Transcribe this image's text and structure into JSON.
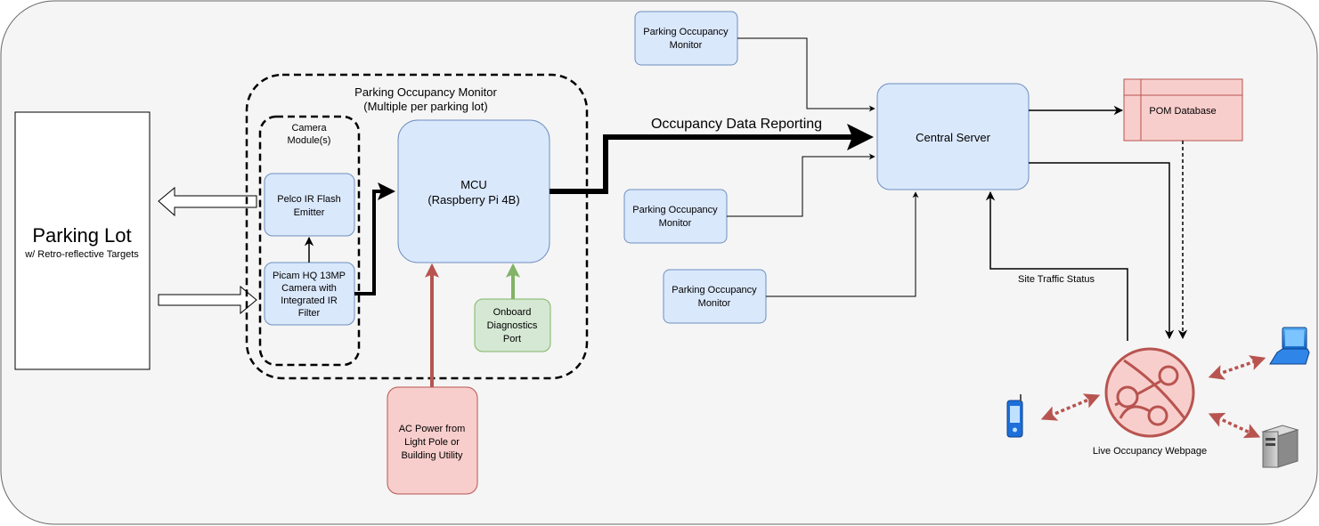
{
  "parking_lot": {
    "title": "Parking Lot",
    "subtitle": "w/ Retro-reflective Targets"
  },
  "pom_group": {
    "line1": "Parking Occupancy Monitor",
    "line2": "(Multiple per parking lot)"
  },
  "camera_module": {
    "line1": "Camera",
    "line2": "Module(s)"
  },
  "ir_emitter": {
    "line1": "Pelco IR Flash",
    "line2": "Emitter"
  },
  "camera": {
    "line1": "Picam HQ 13MP",
    "line2": "Camera with",
    "line3": "Integrated IR",
    "line4": "Filter"
  },
  "mcu": {
    "line1": "MCU",
    "line2": "(Raspberry Pi 4B)"
  },
  "diagnostics": {
    "line1": "Onboard",
    "line2": "Diagnostics",
    "line3": "Port"
  },
  "power": {
    "line1": "AC Power from",
    "line2": "Light Pole or",
    "line3": "Building Utility"
  },
  "reporting_label": "Occupancy  Data Reporting",
  "monitors": [
    {
      "line1": "Parking Occupancy",
      "line2": "Monitor"
    },
    {
      "line1": "Parking Occupancy",
      "line2": "Monitor"
    },
    {
      "line1": "Parking Occupancy",
      "line2": "Monitor"
    }
  ],
  "server": {
    "label": "Central Server"
  },
  "database": {
    "label": "POM Database"
  },
  "traffic_status": "Site Traffic Status",
  "webpage": {
    "label": "Live Occupancy Webpage"
  },
  "icons": [
    "phone-icon",
    "laptop-icon",
    "server-tower-icon",
    "web-app-icon"
  ],
  "colors": {
    "blue_fill": "#dae8fc",
    "blue_stroke": "#6c8ebf",
    "green_fill": "#d5e8d4",
    "green_stroke": "#82b366",
    "red_fill": "#f8cecc",
    "red_stroke": "#b85450",
    "red_arrow": "#b85450",
    "green_arrow": "#82b366"
  }
}
